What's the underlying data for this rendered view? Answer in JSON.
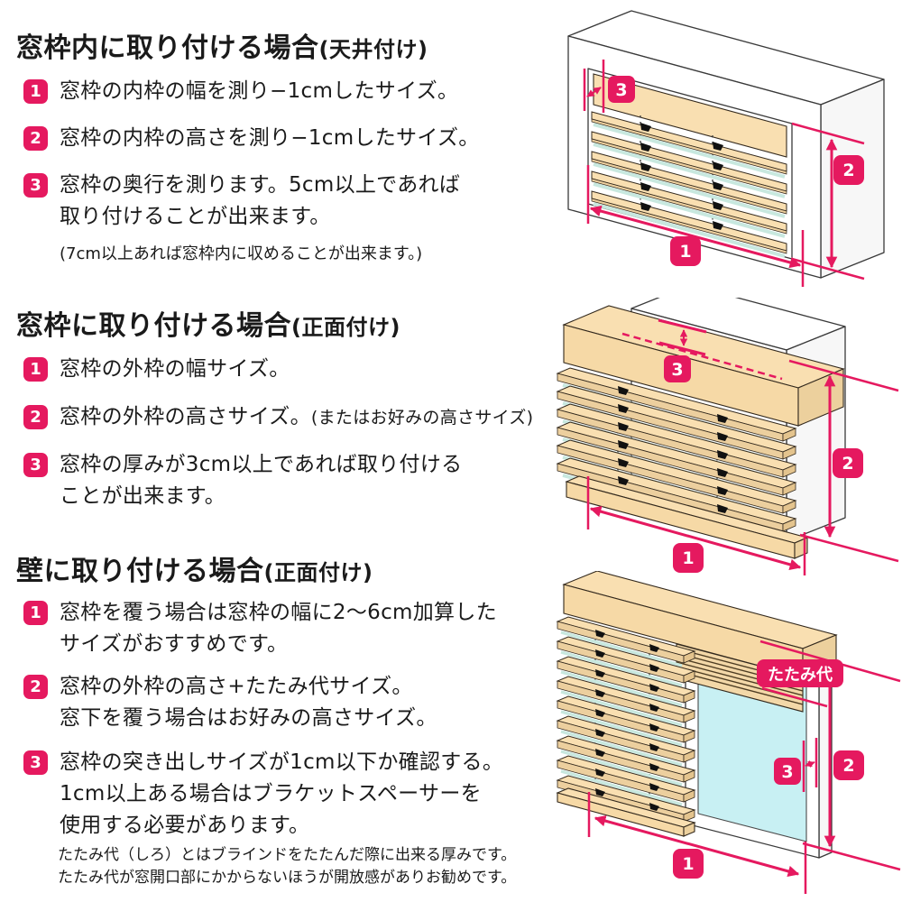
{
  "colors": {
    "accent_pink": "#e5195f",
    "slat_beige": "#f9dfb1",
    "slat_edge": "#eccf9e",
    "tape_blue": "#c8e8df",
    "glass_cyan": "#c8f0f3",
    "outline": "#33291d",
    "text": "#1a1a1a"
  },
  "sections": [
    {
      "title": "窓枠内に取り付ける場合",
      "title_paren": "(天井付け)",
      "items": [
        {
          "num": "1",
          "lines": [
            "窓枠の内枠の幅を測り−1cmしたサイズ。"
          ]
        },
        {
          "num": "2",
          "lines": [
            "窓枠の内枠の高さを測り−1cmしたサイズ。"
          ]
        },
        {
          "num": "3",
          "lines": [
            "窓枠の奥行を測ります。5cm以上であれば",
            "取り付けることが出来ます。"
          ],
          "note": "(7cm以上あれば窓枠内に収めることが出来ます。)"
        }
      ]
    },
    {
      "title": "窓枠に取り付ける場合",
      "title_paren": "(正面付け)",
      "items": [
        {
          "num": "1",
          "lines": [
            "窓枠の外枠の幅サイズ。"
          ]
        },
        {
          "num": "2",
          "lines": [
            "窓枠の外枠の高さサイズ。"
          ],
          "inline_note": "(またはお好みの高さサイズ)"
        },
        {
          "num": "3",
          "lines": [
            "窓枠の厚みが3cm以上であれば取り付ける",
            "ことが出来ます。"
          ]
        }
      ]
    },
    {
      "title": "壁に取り付ける場合",
      "title_paren": "(正面付け)",
      "items": [
        {
          "num": "1",
          "lines": [
            "窓枠を覆う場合は窓枠の幅に2〜6cm加算した",
            "サイズがおすすめです。"
          ]
        },
        {
          "num": "2",
          "lines": [
            "窓枠の外枠の高さ+たたみ代サイズ。",
            "窓下を覆う場合はお好みの高さサイズ。"
          ]
        },
        {
          "num": "3",
          "lines": [
            "窓枠の突き出しサイズが1cm以下か確認する。",
            "1cm以上ある場合はブラケットスペーサーを",
            "使用する必要があります。"
          ]
        }
      ],
      "footnote_lines": [
        "たたみ代（しろ）とはブラインドをたたんだ際に出来る厚みです。",
        "たたみ代が窓開口部にかからないほうが開放感がありお勧めです。"
      ]
    }
  ],
  "diagrams": {
    "inside_mount_labels": {
      "width": "1",
      "height": "2",
      "depth": "3"
    },
    "frame_mount_labels": {
      "width": "1",
      "height": "2",
      "thickness": "3"
    },
    "wall_mount_labels": {
      "width": "1",
      "height": "2",
      "protrusion": "3",
      "stack": "たたみ代"
    }
  }
}
